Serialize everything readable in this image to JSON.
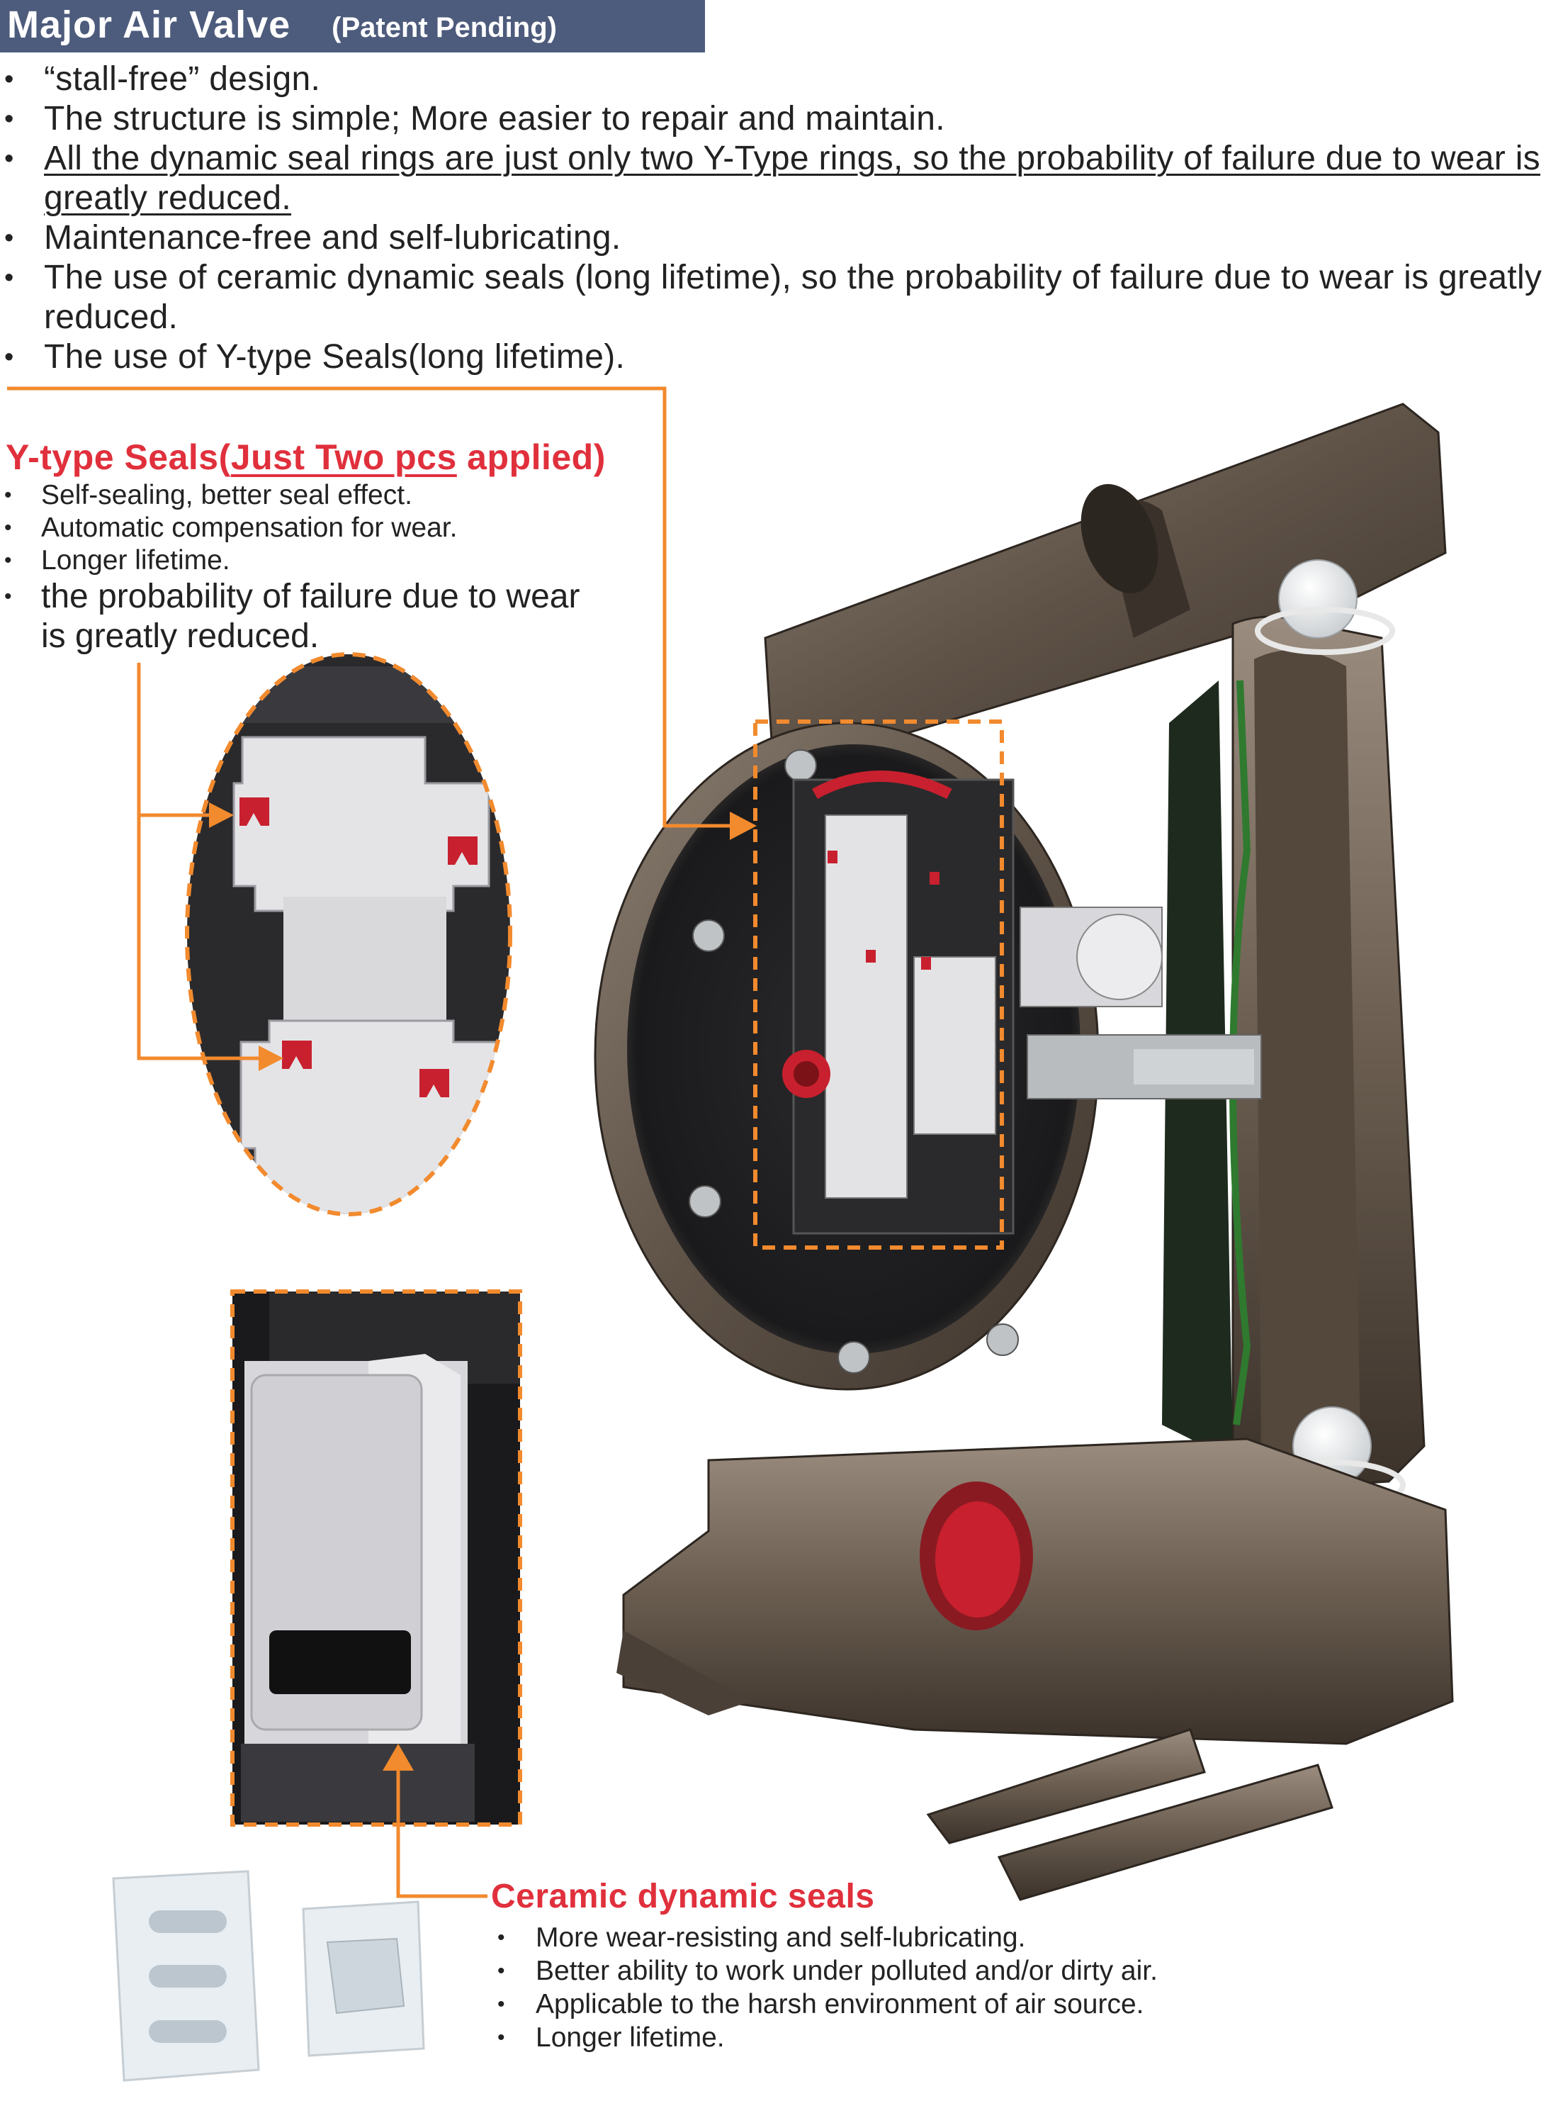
{
  "header": {
    "title": "Major Air Valve",
    "subtitle": "(Patent Pending)"
  },
  "main_features": [
    "“stall-free” design.",
    "The structure is simple; More easier to repair and maintain.",
    "All the dynamic seal rings are just only two Y-Type rings, so the probability of failure due to wear is greatly reduced.",
    "Maintenance-free and self-lubricating.",
    "The use of ceramic dynamic seals (long lifetime), so the probability of failure due to wear is greatly reduced.",
    "The use of Y-type Seals(long lifetime)."
  ],
  "ytype": {
    "title_pre": "Y-type Seals(",
    "title_underlined": "Just Two pcs",
    "title_post": " applied)",
    "items": [
      "Self-sealing, better seal effect.",
      "Automatic compensation for wear.",
      "Longer  lifetime.",
      "the probability of failure due to wear is greatly reduced."
    ]
  },
  "ceramic": {
    "title": "Ceramic dynamic seals",
    "items": [
      "More wear-resisting and self-lubricating.",
      "Better ability to work under polluted and/or dirty air.",
      "Applicable to the harsh environment of air source.",
      "Longer lifetime."
    ]
  },
  "colors": {
    "header_bg": "#4d5b7c",
    "accent_red": "#e0303c",
    "callout_orange": "#f28a2e",
    "metal": "#6b5e50",
    "seal_red": "#c8202e",
    "ceramic_white": "#e8eef2"
  },
  "icons": [
    "pump-cutaway-illustration",
    "y-seal-zoom-illustration",
    "ceramic-seal-zoom-illustration",
    "ceramic-seal-parts-illustration"
  ]
}
